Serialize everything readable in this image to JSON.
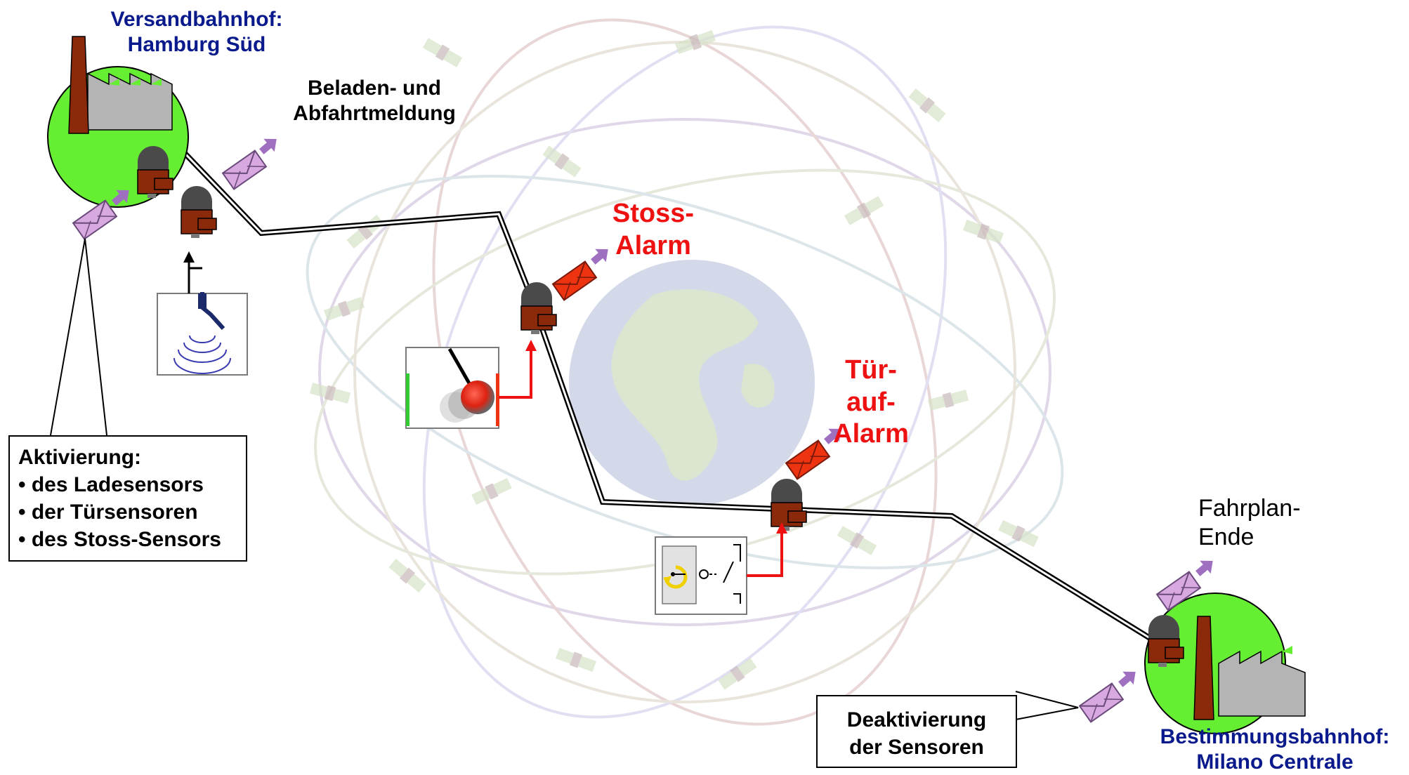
{
  "origin": {
    "title_line1": "Versandbahnhof:",
    "title_line2": "Hamburg Süd"
  },
  "destination": {
    "title_line1": "Bestimmungsbahnhof:",
    "title_line2": "Milano Centrale"
  },
  "messages": {
    "departure_line1": "Beladen- und",
    "departure_line2": "Abfahrtmeldung",
    "shock_line1": "Stoss-",
    "shock_line2": "Alarm",
    "door_line1": "Tür-auf-",
    "door_line2": "Alarm",
    "end_line1": "Fahrplan-",
    "end_line2": "Ende"
  },
  "activation_box": {
    "heading": "Aktivierung:",
    "items": [
      "• des Ladesensors",
      "• der Türsensoren",
      "• des Stoss-Sensors"
    ]
  },
  "deactivation_box": {
    "line1": "Deaktivierung",
    "line2": "der Sensoren"
  },
  "colors": {
    "station_green": "#66ee33",
    "title_blue": "#0a1a8c",
    "alarm_red": "#ee1111",
    "normal_envelope": "#d8a8e0",
    "alarm_envelope": "#ee3311",
    "arrow_purple": "#a070c0",
    "sensor_brown": "#8b2a0a",
    "sensor_dark": "#4a4a4a"
  },
  "icons": [
    "factory-icon",
    "sensor-unit-icon",
    "envelope-icon",
    "load-sensor-icon",
    "shock-sensor-icon",
    "door-switch-icon",
    "globe-icon",
    "satellite-icon"
  ]
}
